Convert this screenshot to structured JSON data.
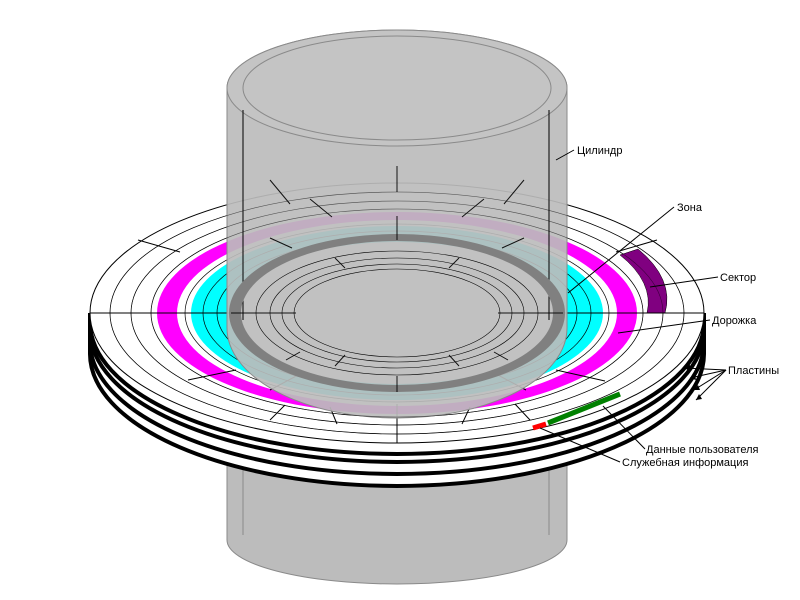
{
  "diagram": {
    "labels": {
      "cylinder": "Цилиндр",
      "zone": "Зона",
      "sector": "Сектор",
      "track": "Дорожка",
      "platters": "Пластины",
      "user_data": "Данные пользователя",
      "service_info": "Служебная информация"
    },
    "colors": {
      "cylinder": "#bcbcbc",
      "zone": "#00ffff",
      "track": "#ff00ff",
      "sector": "#800080",
      "cylinder_track": "#808080",
      "user_data": "#008000",
      "service_info": "#ff0000",
      "platter_edge": "#000000"
    }
  }
}
